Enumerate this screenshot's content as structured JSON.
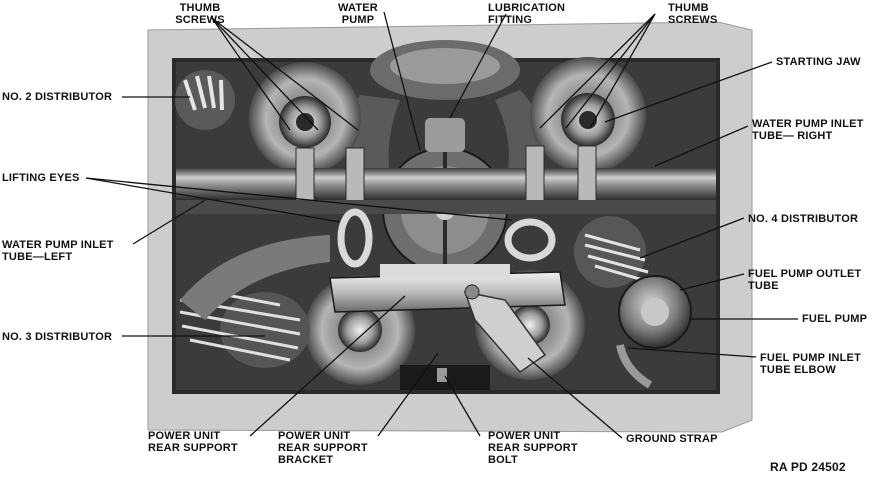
{
  "labels": {
    "thumb_screws_left": [
      "THUMB",
      "SCREWS"
    ],
    "water_pump": [
      "WATER",
      "PUMP"
    ],
    "lubrication_fitting": [
      "LUBRICATION",
      "FITTING"
    ],
    "thumb_screws_right": [
      "THUMB",
      "SCREWS"
    ],
    "no2_distributor": "NO. 2 DISTRIBUTOR",
    "starting_jaw": "STARTING JAW",
    "water_pump_inlet_right": [
      "WATER PUMP INLET",
      "TUBE— RIGHT"
    ],
    "lifting_eyes": "LIFTING EYES",
    "no4_distributor": "NO. 4 DISTRIBUTOR",
    "water_pump_inlet_left": [
      "WATER PUMP INLET",
      "TUBE—LEFT"
    ],
    "fuel_pump_outlet": [
      "FUEL PUMP OUTLET",
      "TUBE"
    ],
    "fuel_pump": "FUEL PUMP",
    "no3_distributor": "NO. 3 DISTRIBUTOR",
    "fuel_pump_inlet": [
      "FUEL PUMP INLET",
      "TUBE ELBOW"
    ],
    "power_unit_rear_support": [
      "POWER UNIT",
      "REAR SUPPORT"
    ],
    "power_unit_rear_support_bracket": [
      "POWER UNIT",
      "REAR SUPPORT",
      "BRACKET"
    ],
    "power_unit_rear_support_bolt": [
      "POWER UNIT",
      "REAR SUPPORT",
      "BOLT"
    ],
    "ground_strap": "GROUND STRAP"
  },
  "figure_id": "RA PD 24502",
  "colors": {
    "paper": "#ffffff",
    "frame": "#cfcfcf",
    "dark": "#1c1c1c",
    "mid": "#6d6d6d",
    "light": "#a9a9a9",
    "ink": "#111111"
  }
}
